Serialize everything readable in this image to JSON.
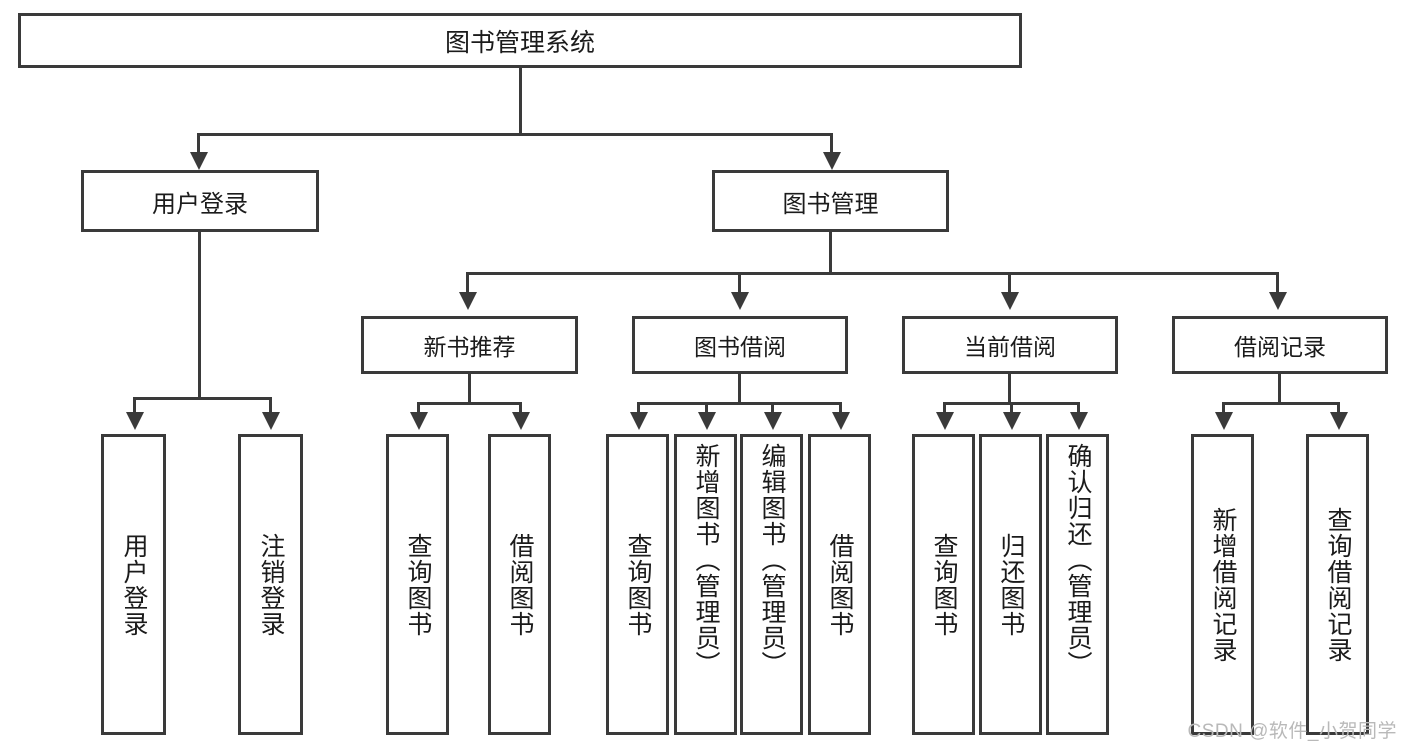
{
  "diagram": {
    "type": "tree-hierarchy",
    "title": "图书管理系统",
    "root": {
      "id": "root",
      "label": "图书管理系统"
    },
    "level1": [
      {
        "id": "user-login",
        "label": "用户登录"
      },
      {
        "id": "book-management",
        "label": "图书管理"
      }
    ],
    "level2": [
      {
        "id": "new-book-recommend",
        "label": "新书推荐",
        "parent": "book-management"
      },
      {
        "id": "book-borrow",
        "label": "图书借阅",
        "parent": "book-management"
      },
      {
        "id": "current-borrow",
        "label": "当前借阅",
        "parent": "book-management"
      },
      {
        "id": "borrow-record",
        "label": "借阅记录",
        "parent": "book-management"
      }
    ],
    "leaves": {
      "user_login": [
        {
          "id": "leaf-user-login",
          "label": "用户登录"
        },
        {
          "id": "leaf-user-logout",
          "label": "注销登录"
        }
      ],
      "new_book_recommend": [
        {
          "id": "leaf-query-book-1",
          "label": "查询图书"
        },
        {
          "id": "leaf-borrow-book-1",
          "label": "借阅图书"
        }
      ],
      "book_borrow": [
        {
          "id": "leaf-query-book-2",
          "label": "查询图书"
        },
        {
          "id": "leaf-add-book",
          "label": "新增图书（管理员）"
        },
        {
          "id": "leaf-edit-book",
          "label": "编辑图书（管理员）"
        },
        {
          "id": "leaf-borrow-book-2",
          "label": "借阅图书"
        }
      ],
      "current_borrow": [
        {
          "id": "leaf-query-book-3",
          "label": "查询图书"
        },
        {
          "id": "leaf-return-book",
          "label": "归还图书"
        },
        {
          "id": "leaf-confirm-return",
          "label": "确认归还（管理员）"
        }
      ],
      "borrow_record": [
        {
          "id": "leaf-add-record",
          "label": "新增借阅记录"
        },
        {
          "id": "leaf-query-record",
          "label": "查询借阅记录"
        }
      ]
    }
  },
  "watermark": {
    "text": "CSDN @软件_小贺同学"
  },
  "colors": {
    "stroke": "#3a3a3a",
    "text": "#1b1b1b",
    "background": "#ffffff",
    "watermark": "#b9b9b9"
  }
}
